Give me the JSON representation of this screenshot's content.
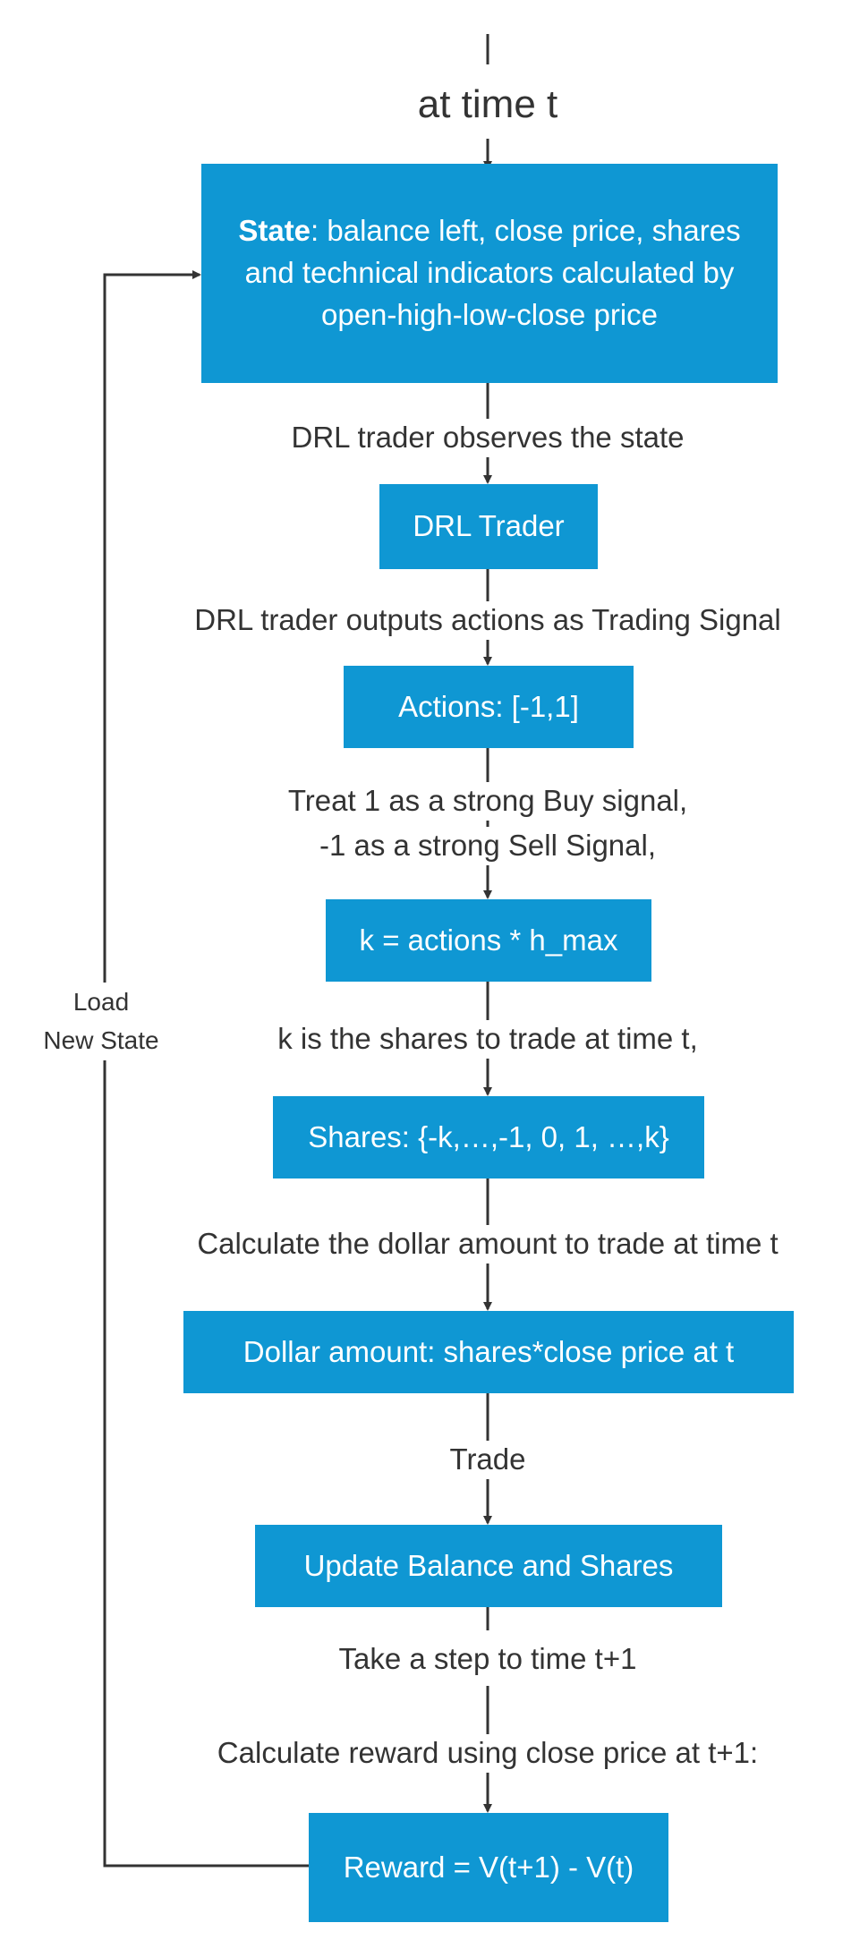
{
  "title": "at time t",
  "state": {
    "bold": "State",
    "text": ":  balance left, close price, shares and  technical indicators calculated by open-high-low-close price"
  },
  "steps": [
    {
      "label": "DRL trader observes the state",
      "box": "DRL Trader"
    },
    {
      "label": "DRL trader outputs actions as Trading  Signal",
      "box": "Actions: [-1,1]"
    },
    {
      "label": "Treat  1 as a strong Buy signal,",
      "label2": "-1 as a strong Sell Signal,",
      "box": "k = actions * h_max"
    },
    {
      "label": "k is the shares to trade at time t,",
      "box": "Shares: {-k,…,-1, 0, 1, …,k}"
    },
    {
      "label": "Calculate the dollar amount to trade at time t",
      "box": "Dollar amount: shares*close price at t"
    },
    {
      "label": "Trade",
      "box": "Update Balance and Shares"
    },
    {
      "label": "Take  a step to time t+1"
    },
    {
      "label": "Calculate reward using close price at  t+1:",
      "box": "Reward = V(t+1) - V(t)"
    }
  ],
  "loop_label": [
    "Load",
    "New State"
  ],
  "colors": {
    "box_fill": "#0f97d3",
    "box_text": "#ffffff",
    "arrow": "#333333"
  }
}
